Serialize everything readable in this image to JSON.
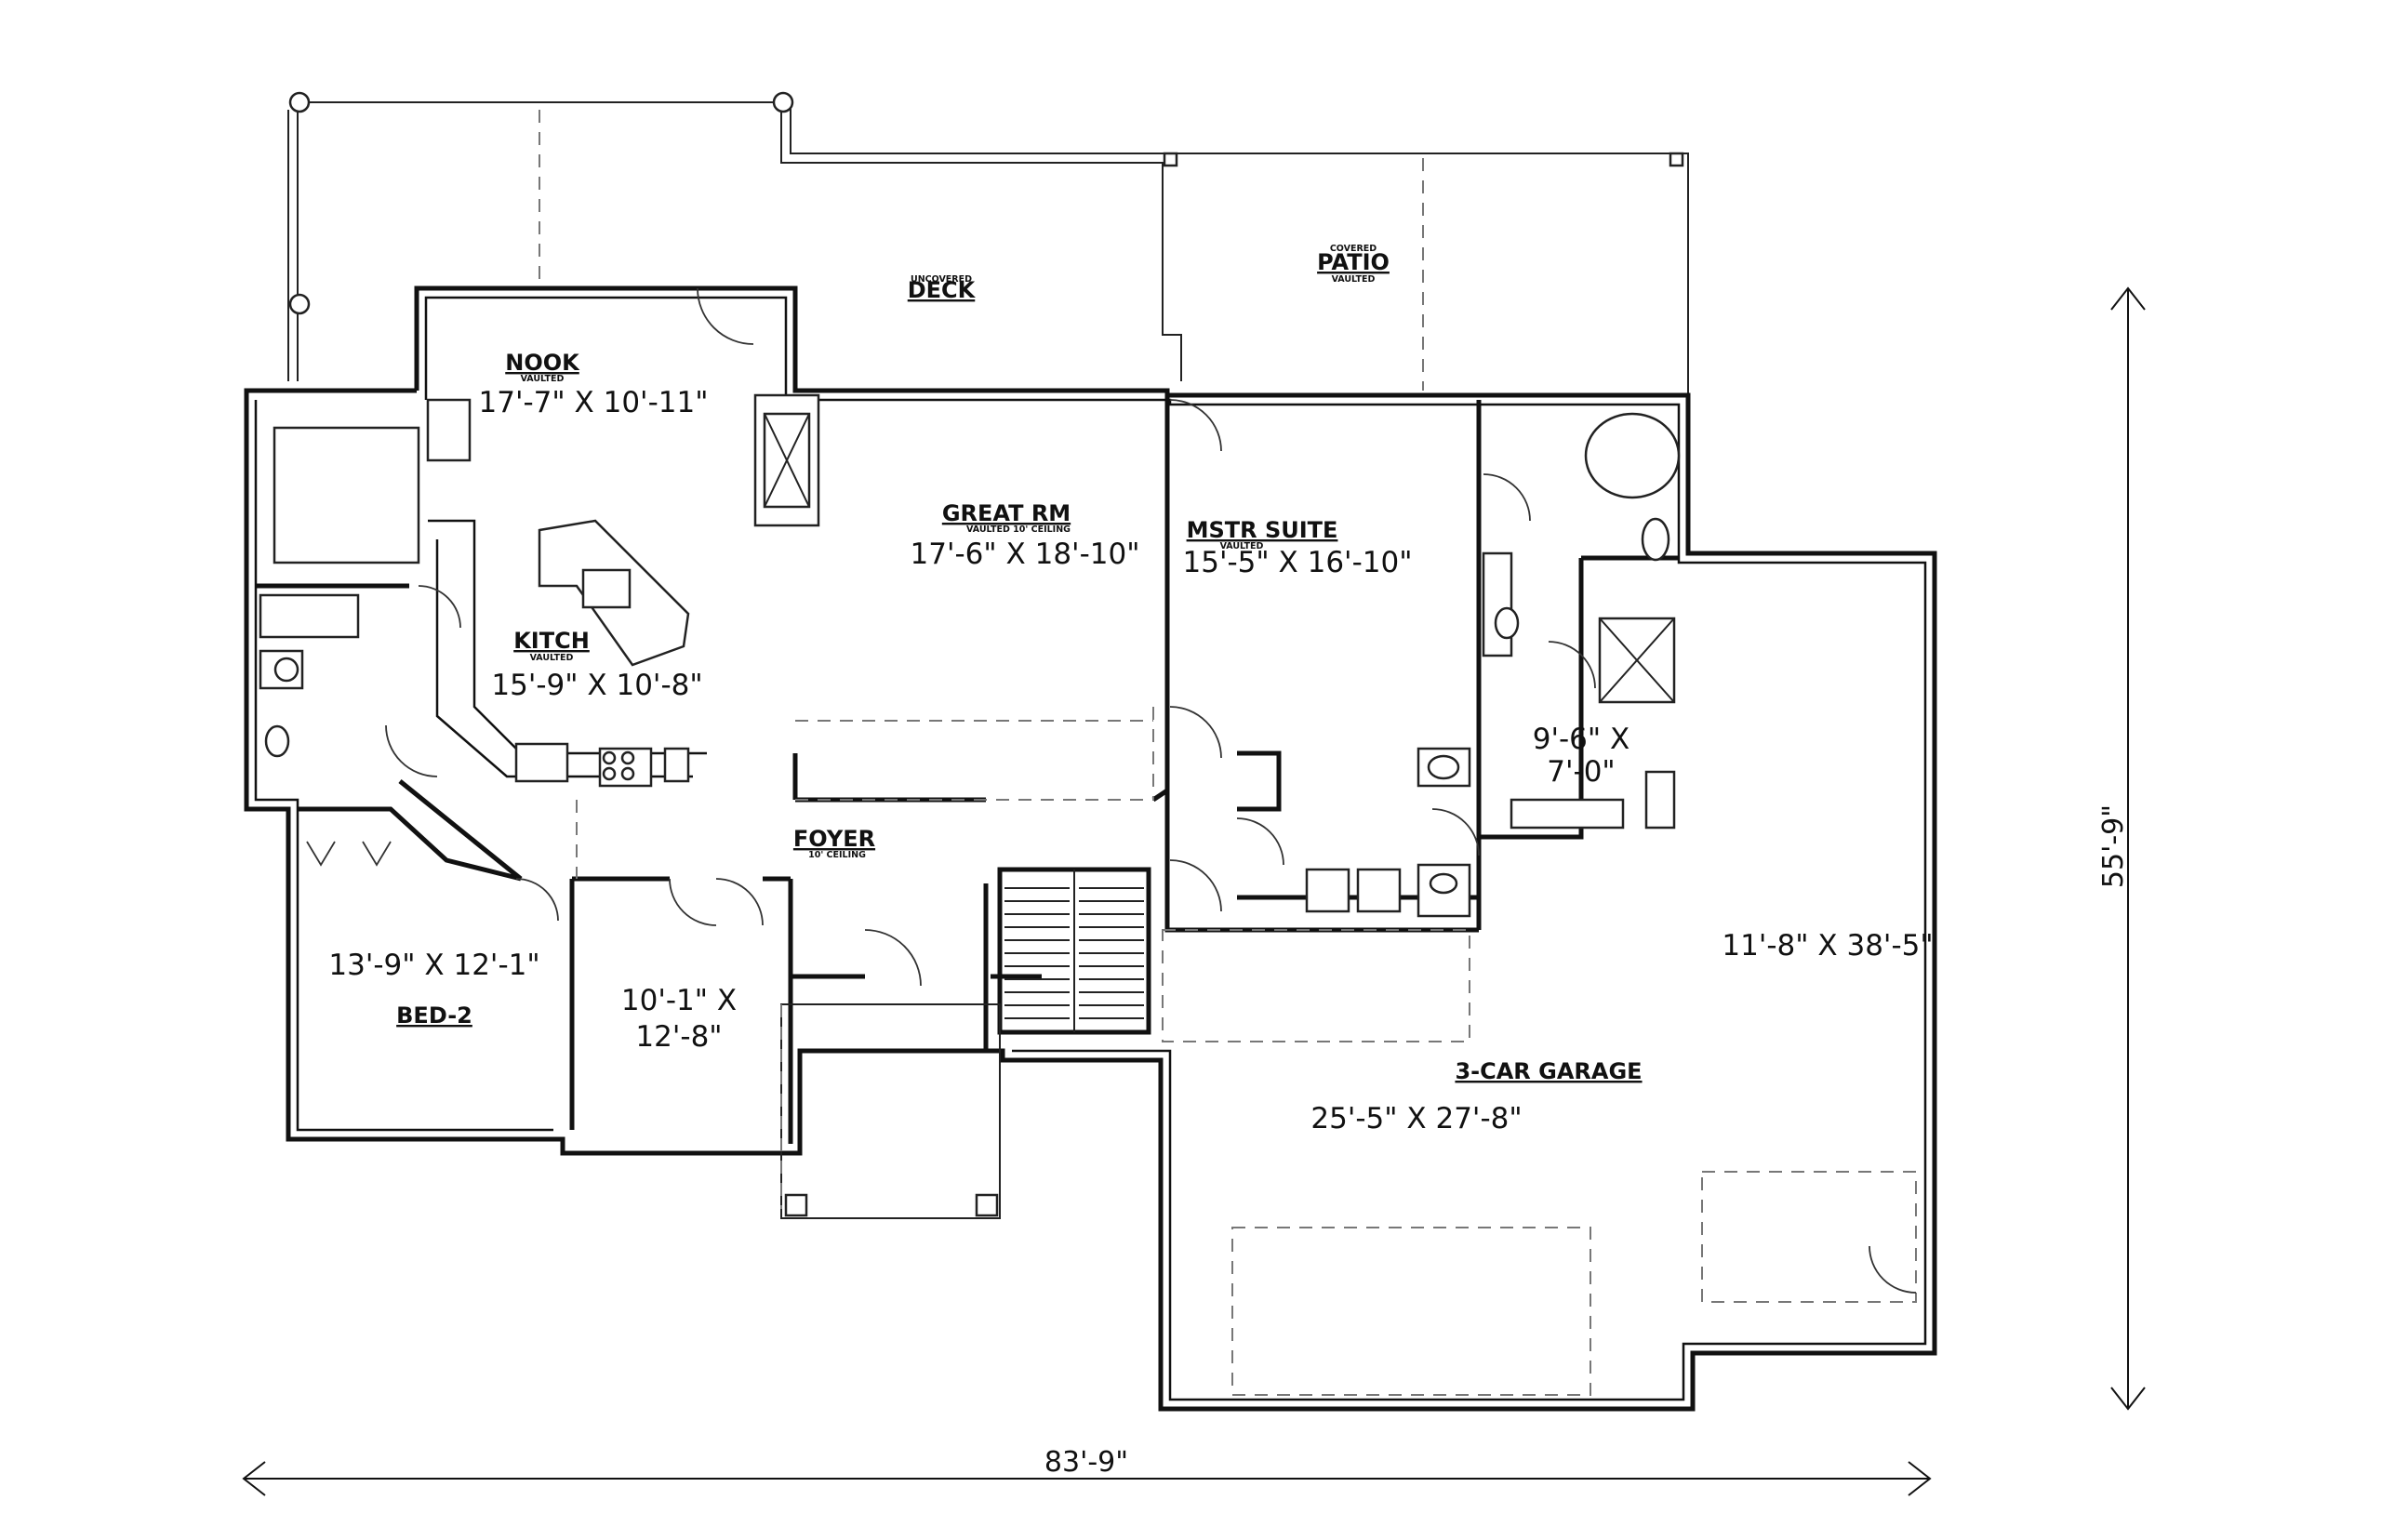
{
  "rooms": {
    "deck": {
      "name": "DECK",
      "sub": "UNCOVERED"
    },
    "patio": {
      "name": "PATIO",
      "sub_top": "COVERED",
      "sub": "VAULTED"
    },
    "nook": {
      "name": "NOOK",
      "sub": "VAULTED",
      "dim": "17'-7\" X 10'-11\""
    },
    "great_rm": {
      "name": "GREAT RM",
      "sub": "VAULTED 10' CEILING",
      "dim": "17'-6\" X 18'-10\""
    },
    "mstr_suite": {
      "name": "MSTR SUITE",
      "sub": "VAULTED",
      "dim": "15'-5\" X 16'-10\""
    },
    "kitch": {
      "name": "KITCH",
      "sub": "VAULTED",
      "dim": "15'-9\" X 10'-8\""
    },
    "foyer": {
      "name": "FOYER",
      "sub": "10' CEILING"
    },
    "bed2": {
      "name": "BED-2",
      "dim": "13'-9\" X 12'-1\""
    },
    "bed3": {
      "dim_line1": "10'-1\" X",
      "dim_line2": "12'-8\""
    },
    "closet": {
      "dim_line1": "9'-6\" X",
      "dim_line2": "7'-0\""
    },
    "garage": {
      "name": "3-CAR GARAGE",
      "dim": "25'-5\" X 27'-8\"",
      "dim_side": "11'-8\" X 38'-5\""
    }
  },
  "overall": {
    "width": "83'-9\"",
    "depth": "55'-9\""
  }
}
